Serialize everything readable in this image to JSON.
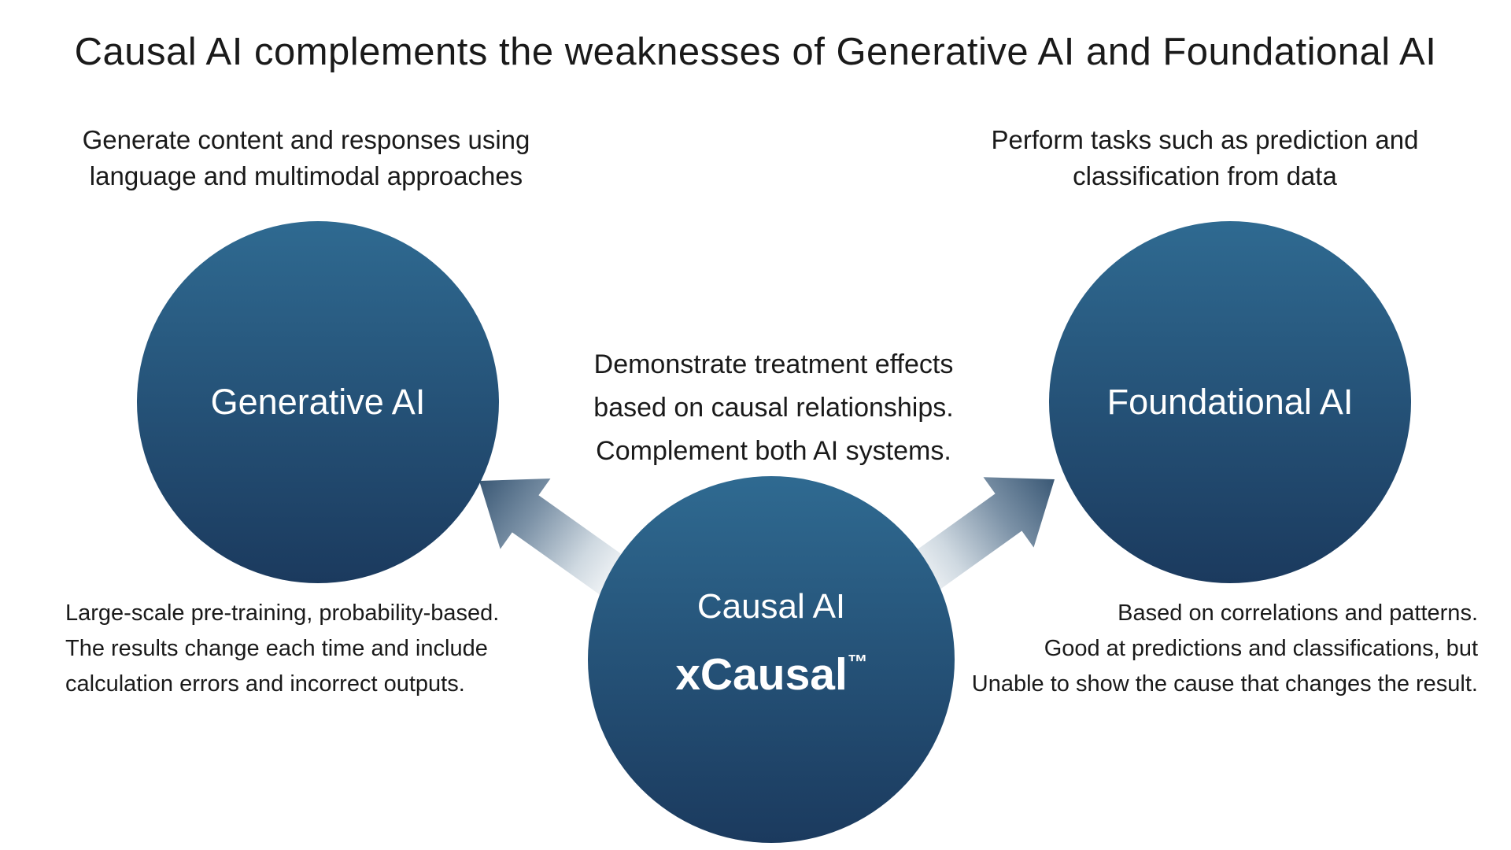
{
  "title": "Causal AI complements the weaknesses of Generative AI and Foundational AI",
  "colors": {
    "text_color": "#1a1a1a",
    "label_color": "#ffffff",
    "circle_top": "#2f6a91",
    "circle_bottom": "#1b3a5e",
    "arrow_tail": "#ffffff",
    "arrow_mid": "#cfd9e1",
    "arrow_mid2": "#7c92a7",
    "arrow_dark": "#3a5875"
  },
  "generative": {
    "label": "Generative AI",
    "top_line1": "Generate content and responses using",
    "top_line2": "language and multimodal approaches",
    "bottom_line1": "Large-scale pre-training, probability-based.",
    "bottom_line2": "The results change each time and include",
    "bottom_line3": "calculation errors and incorrect outputs."
  },
  "foundational": {
    "label": "Foundational AI",
    "top_line1": "Perform tasks such as prediction and",
    "top_line2": "classification from data",
    "bottom_line1": "Based on correlations and patterns.",
    "bottom_line2": "Good at predictions and classifications, but",
    "bottom_line3": "Unable to show the cause that changes the result."
  },
  "causal": {
    "label": "Causal AI",
    "product": "xCausal",
    "trademark": "™",
    "desc_line1": "Demonstrate treatment effects",
    "desc_line2": "based on causal relationships.",
    "desc_line3": "Complement both AI systems."
  }
}
